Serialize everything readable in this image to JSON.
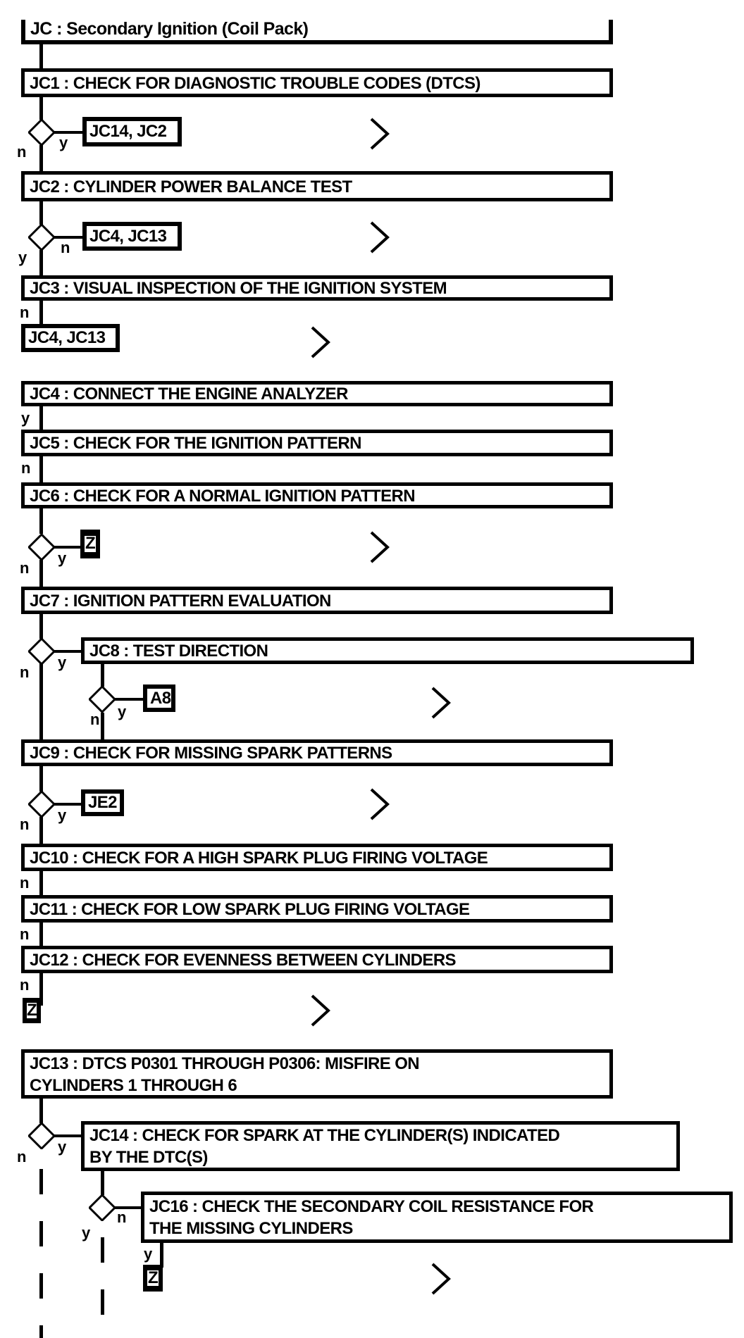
{
  "flowchart": {
    "title": "JC : Secondary Ignition (Coil Pack)",
    "steps": {
      "jc1": "JC1 : CHECK FOR DIAGNOSTIC TROUBLE CODES (DTCS)",
      "jc2": "JC2 : CYLINDER POWER BALANCE TEST",
      "jc3": "JC3 : VISUAL INSPECTION OF THE IGNITION SYSTEM",
      "jc4": "JC4 : CONNECT THE ENGINE ANALYZER",
      "jc5": "JC5 : CHECK FOR THE IGNITION PATTERN",
      "jc6": "JC6 : CHECK FOR A NORMAL IGNITION PATTERN",
      "jc7": "JC7 : IGNITION PATTERN EVALUATION",
      "jc8": "JC8 : TEST DIRECTION",
      "jc9": "JC9 : CHECK FOR MISSING SPARK PATTERNS",
      "jc10": "JC10 : CHECK FOR A HIGH SPARK PLUG FIRING VOLTAGE",
      "jc11": "JC11 : CHECK FOR LOW SPARK PLUG FIRING VOLTAGE",
      "jc12": "JC12 : CHECK FOR EVENNESS BETWEEN CYLINDERS",
      "jc13": "JC13 : DTCS P0301 THROUGH P0306: MISFIRE ON\nCYLINDERS 1 THROUGH 6",
      "jc14": "JC14 : CHECK FOR SPARK AT THE CYLINDER(S) INDICATED\nBY THE DTC(S)",
      "jc16": "JC16 : CHECK THE SECONDARY COIL RESISTANCE FOR\nTHE MISSING CYLINDERS"
    },
    "gotos": {
      "from_jc1": "JC14, JC2",
      "from_jc2": "JC4, JC13",
      "from_jc3": "JC4, JC13",
      "from_jc8": "A8",
      "from_jc9": "JE2",
      "terminal": "Z"
    },
    "branch_labels": {
      "yes": "y",
      "no": "n"
    },
    "colors": {
      "line": "#000000",
      "background": "#ffffff"
    }
  }
}
